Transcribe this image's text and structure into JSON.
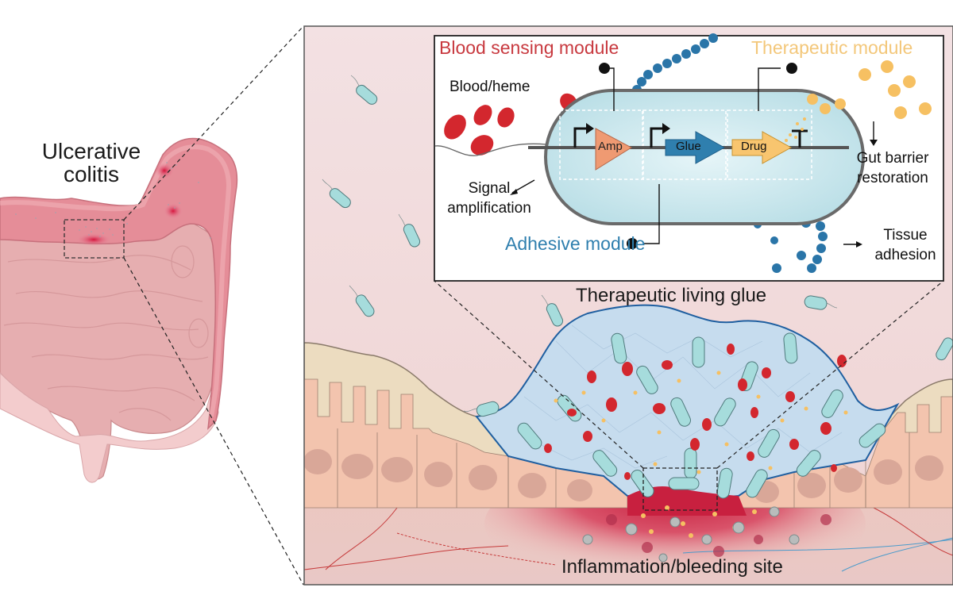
{
  "figure": {
    "left_panel": {
      "title_line1": "Ulcerative",
      "title_line2": "colitis",
      "organ": "colon-and-small-intestine"
    },
    "inset": {
      "modules": {
        "blood_sensing": {
          "label": "Blood sensing module",
          "color": "#c8393f"
        },
        "therapeutic": {
          "label": "Therapeutic module",
          "color": "#f3c77a"
        },
        "adhesive": {
          "label": "Adhesive module",
          "color": "#2f7fae"
        }
      },
      "input_label": "Blood/heme",
      "signal_label_line1": "Signal",
      "signal_label_line2": "amplification",
      "gut_label_line1": "Gut barrier",
      "gut_label_line2": "restoration",
      "tissue_label_line1": "Tissue",
      "tissue_label_line2": "adhesion",
      "genes": {
        "amp": "Amp",
        "glue": "Glue",
        "drug": "Drug"
      },
      "colors": {
        "amp": "#ef9a72",
        "glue": "#2f7fae",
        "drug": "#f8c56f",
        "cell_body": "#bfe3ea",
        "rbc": "#d3272e"
      }
    },
    "main_panel": {
      "glue_label": "Therapeutic living glue",
      "site_label": "Inflammation/bleeding site",
      "colors": {
        "background": "#f1dcdc",
        "mucus": "#eadcc0",
        "epithelium": "#f3c7b1",
        "glue": "#c3d9ec",
        "bleeding": "#d3284a",
        "bacteria": "#9fd6da"
      }
    }
  }
}
